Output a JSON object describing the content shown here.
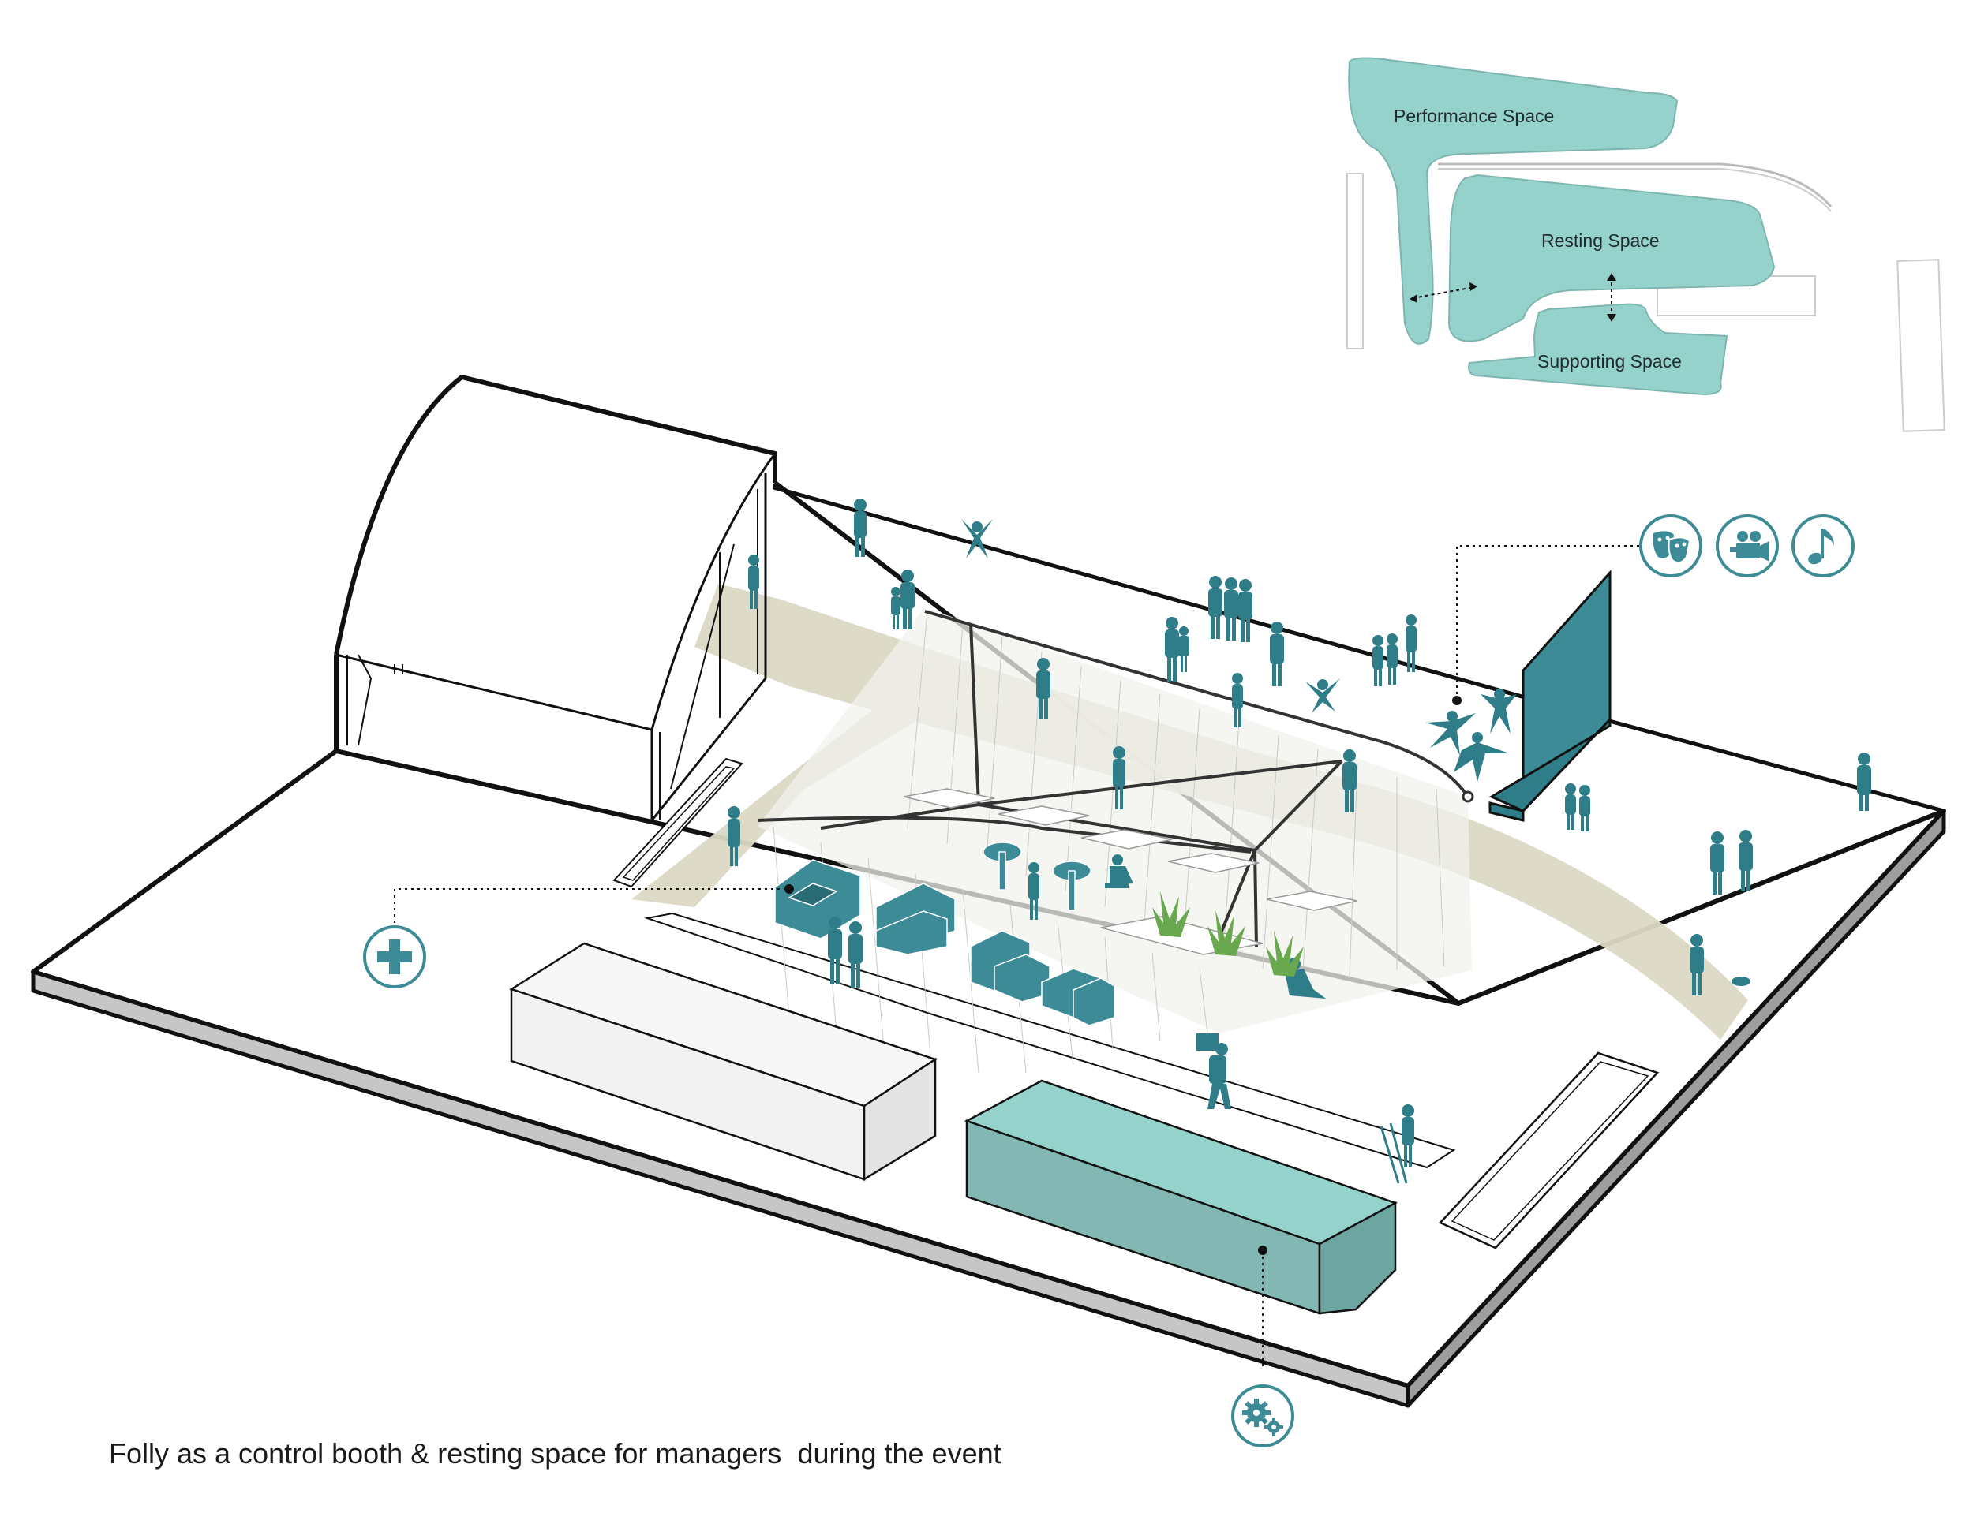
{
  "diagram": {
    "inset_labels": {
      "performance": "Performance Space",
      "resting": "Resting Space",
      "supporting": "Supporting Space"
    },
    "caption": "Folly as a control booth & resting space for managers  during the event",
    "icons": {
      "first_aid": "first-aid-cross-icon",
      "control": "gears-icon",
      "theatre": "theatre-masks-icon",
      "film": "film-camera-icon",
      "music": "music-note-icon"
    },
    "colors": {
      "teal_dark": "#3d8b97",
      "teal_figure": "#2f7d88",
      "teal_light": "#96d2cc",
      "teal_mid": "#82b7b3",
      "path_beige": "#dcd8c5",
      "outline": "#111111"
    }
  }
}
